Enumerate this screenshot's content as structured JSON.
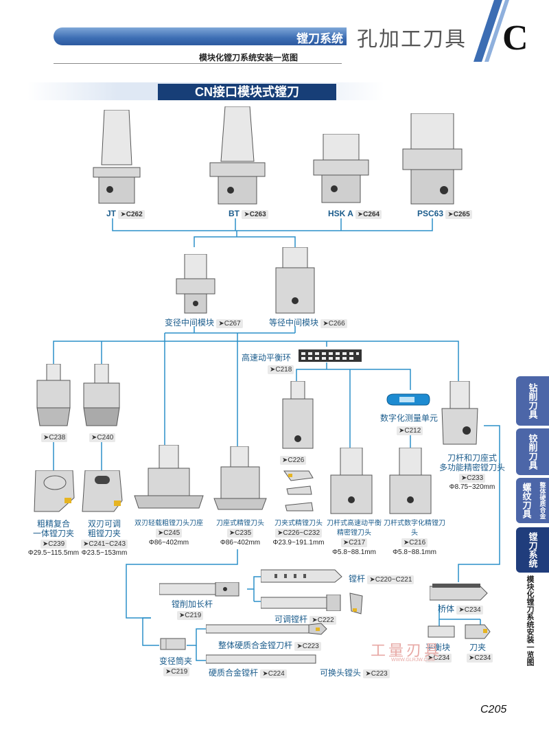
{
  "header": {
    "system": "镗刀系统",
    "title": "孔加工刀具",
    "letter": "C",
    "subtitle": "模块化镗刀系统安装一览图"
  },
  "section_title": "CN接口模块式镗刀",
  "side_tabs": [
    {
      "label": "钻削刀具"
    },
    {
      "label": "铰削刀具"
    },
    {
      "label": "螺纹刀具"
    },
    {
      "label": "整体硬质合金"
    },
    {
      "label": "镗刀系统"
    }
  ],
  "side_desc": "模块化镗刀系统安装一览图",
  "spindles": [
    {
      "name": "JT",
      "ref": "➤C262"
    },
    {
      "name": "BT",
      "ref": "➤C263"
    },
    {
      "name": "HSK A",
      "ref": "➤C264"
    },
    {
      "name": "PSC63",
      "ref": "➤C265"
    }
  ],
  "adapters": [
    {
      "name": "变径中间模块",
      "ref": "➤C267"
    },
    {
      "name": "等径中间模块",
      "ref": "➤C266"
    }
  ],
  "balance_ring": {
    "name": "高速动平衡环",
    "ref": "➤C218"
  },
  "digital_unit": {
    "name": "数字化测量单元",
    "ref": "➤C212"
  },
  "tools": [
    {
      "ref_top": "➤C238",
      "name": "粗精复合\n一体镗刀夹",
      "ref": "➤C239",
      "dim": "Φ29.5~115.5mm"
    },
    {
      "ref_top": "➤C240",
      "name": "双刃可调\n粗镗刀夹",
      "ref": "➤C241~C243",
      "dim": "Φ23.5~153mm"
    },
    {
      "name": "双刃轻载粗镗刀头刀座",
      "ref": "➤C245",
      "dim": "Φ86~402mm"
    },
    {
      "name": "刀座式精镗刀头",
      "ref": "➤C235",
      "dim": "Φ86~402mm"
    },
    {
      "ref_top": "➤C226",
      "name": "刀夹式精镗刀头",
      "ref": "➤C226~C232",
      "dim": "Φ23.9~191.1mm"
    },
    {
      "name": "刀杆式高速动平衡\n精密镗刀头",
      "ref": "➤C217",
      "dim": "Φ5.8~88.1mm"
    },
    {
      "name": "刀杆式数字化精镗刀头",
      "ref": "➤C216",
      "dim": "Φ5.8~88.1mm"
    },
    {
      "name": "刀杆和刀座式\n多功能精密镗刀头",
      "ref": "➤C233",
      "dim": "Φ8.75~320mm"
    }
  ],
  "bars": {
    "boring_bar": {
      "name": "镗杆",
      "ref": "➤C220~C221"
    },
    "extension": {
      "name": "镗削加长杆",
      "ref": "➤C219"
    },
    "adjustable": {
      "name": "可调镗杆",
      "ref": "➤C222"
    },
    "carbide_shank": {
      "name": "整体硬质合金镗刀杆",
      "ref": "➤C223"
    },
    "sleeve": {
      "name": "变径筒夹",
      "ref": "➤C219"
    },
    "carbide_bar": {
      "name": "硬质合金镗杆",
      "ref": "➤C224"
    },
    "replaceable_head": {
      "name": "可换头镗头",
      "ref": "➤C223"
    },
    "bridge": {
      "name": "桥体",
      "ref": "➤C234"
    },
    "balance_block": {
      "name": "平衡块",
      "ref": "➤C234"
    },
    "clamp": {
      "name": "刀夹",
      "ref": "➤C234"
    }
  },
  "watermark": "工量刃具",
  "watermark_url": "WWW.GLRJW.COM",
  "page_number": "C205",
  "colors": {
    "accent": "#2d5aa0",
    "label": "#1b5c8c",
    "line": "#2a8fc8",
    "tab": "#4c66a8",
    "tab_active": "#203d7c"
  }
}
